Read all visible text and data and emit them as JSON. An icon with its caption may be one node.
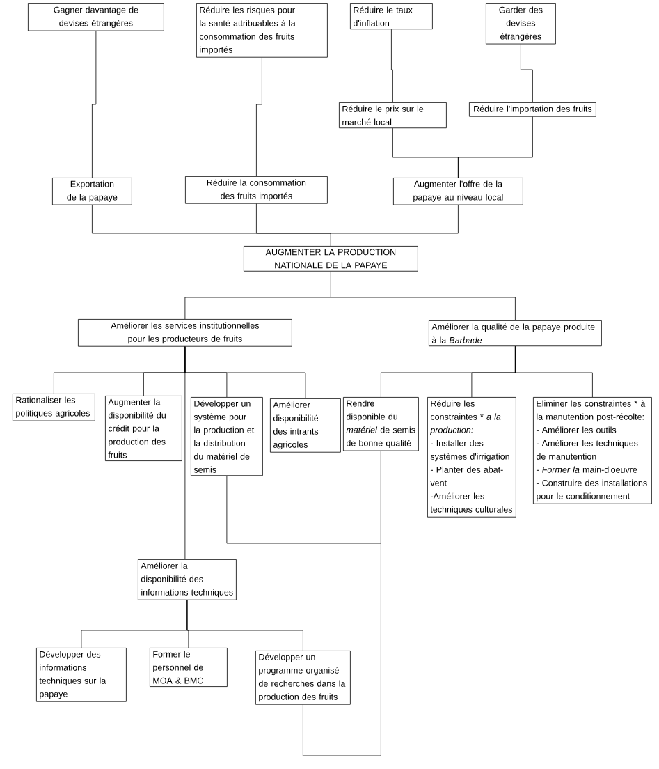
{
  "diagram": {
    "nodes": [
      {
        "text": [
          "Gagner davantage de devises étrangères"
        ]
      },
      {
        "text": [
          "Réduire les risques pour la santé attribuables à la consommation des fruits importés"
        ]
      },
      {
        "text": [
          "Réduire le taux d'inflation"
        ]
      },
      {
        "text": [
          "Garder des devises étrangères"
        ]
      },
      {
        "text": [
          "Réduire le prix sur le marché local"
        ]
      },
      {
        "text": [
          "Réduire l'importation des fruits"
        ]
      },
      {
        "text": [
          "Exportation de la papaye"
        ]
      },
      {
        "text": [
          "Réduire la consommation des fruits importés"
        ]
      },
      {
        "text": [
          "Augmenter l'offre de la papaye au niveau local"
        ]
      },
      {
        "text": [
          "AUGMENTER LA PRODUCTION NATIONALE DE LA PAPAYE"
        ]
      },
      {
        "text": [
          "Améliorer les services institutionnelles pour les producteurs de fruits"
        ]
      },
      {
        "text": [
          "Améliorer la qualité de la papaye produite à la *Barbade*"
        ]
      },
      {
        "text": [
          "Rationaliser les politiques agricoles"
        ]
      },
      {
        "text": [
          "Augmenter la disponibilité du crédit pour la production des fruits"
        ]
      },
      {
        "text": [
          "Développer un système pour la production et la distribution du matériel de semis"
        ]
      },
      {
        "text": [
          "Améliorer disponibilité des intrants agricoles"
        ]
      },
      {
        "text": [
          "Rendre disponible du *matériel* de semis de bonne qualité"
        ]
      },
      {
        "text": [
          "Réduire les constraintes * *a la production:*",
          "- Installer des systèmes d'irrigation",
          "- Planter des abat-vent",
          "-Améliorer les techniques culturales"
        ]
      },
      {
        "text": [
          "Eliminer les constraintes * à la manutention post-récolte:",
          "- Améliorer les outils",
          "- Améliorer les techniques de manutention",
          "- *Former la* main-d'oeuvre",
          "- Construire des installations pour le conditionnement"
        ]
      },
      {
        "text": [
          "Améliorer la disponibilité des informations techniques"
        ]
      },
      {
        "text": [
          "Développer des informations techniques sur la papaye"
        ]
      },
      {
        "text": [
          "Former le personnel de MOA & BMC"
        ]
      },
      {
        "text": [
          "Développer un programme organisé de recherches dans la production des fruits"
        ]
      }
    ],
    "edges": [
      {
        "from": 0,
        "to": 6,
        "arrow": "none"
      },
      {
        "from": 1,
        "to": 7,
        "arrow": "none"
      },
      {
        "from": 2,
        "to": 4,
        "arrow": "none"
      },
      {
        "from": 3,
        "to": 5,
        "arrow": "none"
      },
      {
        "from": 4,
        "to": 8,
        "arrow": "none"
      },
      {
        "from": 5,
        "to": 8,
        "arrow": "none"
      },
      {
        "from": 6,
        "to": 9,
        "arrow": "none"
      },
      {
        "from": 7,
        "to": 9,
        "arrow": "none"
      },
      {
        "from": 8,
        "to": 9,
        "arrow": "none"
      },
      {
        "from": 9,
        "to": 10,
        "arrow": "none"
      },
      {
        "from": 9,
        "to": 11,
        "arrow": "none"
      },
      {
        "from": 10,
        "to": 12,
        "arrow": "none"
      },
      {
        "from": 10,
        "to": 13,
        "arrow": "none"
      },
      {
        "from": 10,
        "to": 14,
        "arrow": "none"
      },
      {
        "from": 10,
        "to": 15,
        "arrow": "none"
      },
      {
        "from": 10,
        "to": 19,
        "arrow": "none"
      },
      {
        "from": 11,
        "to": 16,
        "arrow": "none"
      },
      {
        "from": 11,
        "to": 17,
        "arrow": "none"
      },
      {
        "from": 11,
        "to": 18,
        "arrow": "none"
      },
      {
        "from": 14,
        "to": 16,
        "arrow": "none"
      },
      {
        "from": 22,
        "to": 16,
        "arrow": "none"
      },
      {
        "from": 19,
        "to": 20,
        "arrow": "none"
      },
      {
        "from": 19,
        "to": 21,
        "arrow": "none"
      },
      {
        "from": 19,
        "to": 22,
        "arrow": "none"
      }
    ]
  }
}
